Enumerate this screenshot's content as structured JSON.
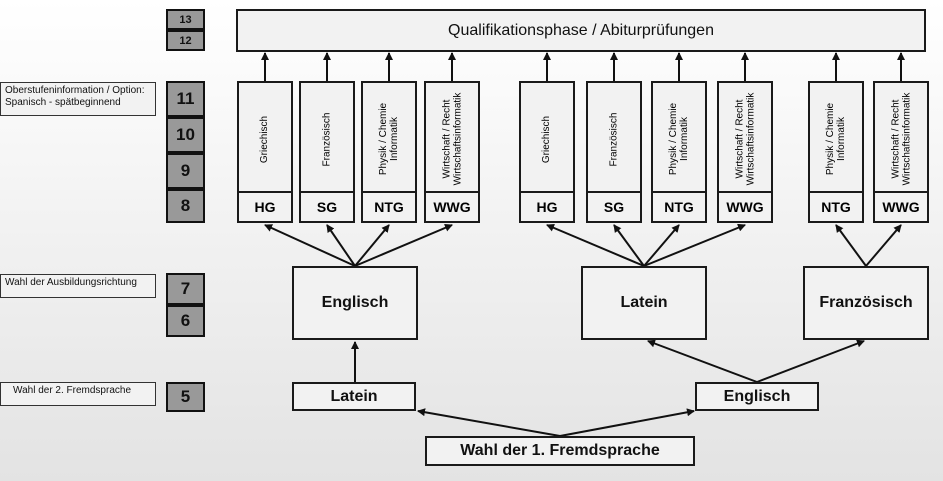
{
  "top_box": "Qualifikationsphase / Abiturprüfungen",
  "grades": {
    "g13": "13",
    "g12": "12",
    "g11": "11",
    "g10": "10",
    "g9": "9",
    "g8": "8",
    "g7": "7",
    "g6": "6",
    "g5": "5"
  },
  "side_labels": {
    "oberstufe": "Oberstufeninformation / Option: Spanisch - spätbeginnend",
    "ausbildung": "Wahl der Ausbildungsrichtung",
    "fremdsprache2": "Wahl der 2. Fremdsprache"
  },
  "subjects": {
    "griechisch": "Griechisch",
    "franzoesisch": "Französisch",
    "physik": "Physik / Chemie\nInformatik",
    "wirtschaft": "Wirtschaft / Recht\nWirtschaftsinformatik"
  },
  "abbr": {
    "hg": "HG",
    "sg": "SG",
    "ntg": "NTG",
    "wwg": "WWG"
  },
  "languages": {
    "englisch": "Englisch",
    "latein": "Latein",
    "franzoesisch": "Französisch"
  },
  "first_language": "Wahl der 1. Fremdsprache"
}
